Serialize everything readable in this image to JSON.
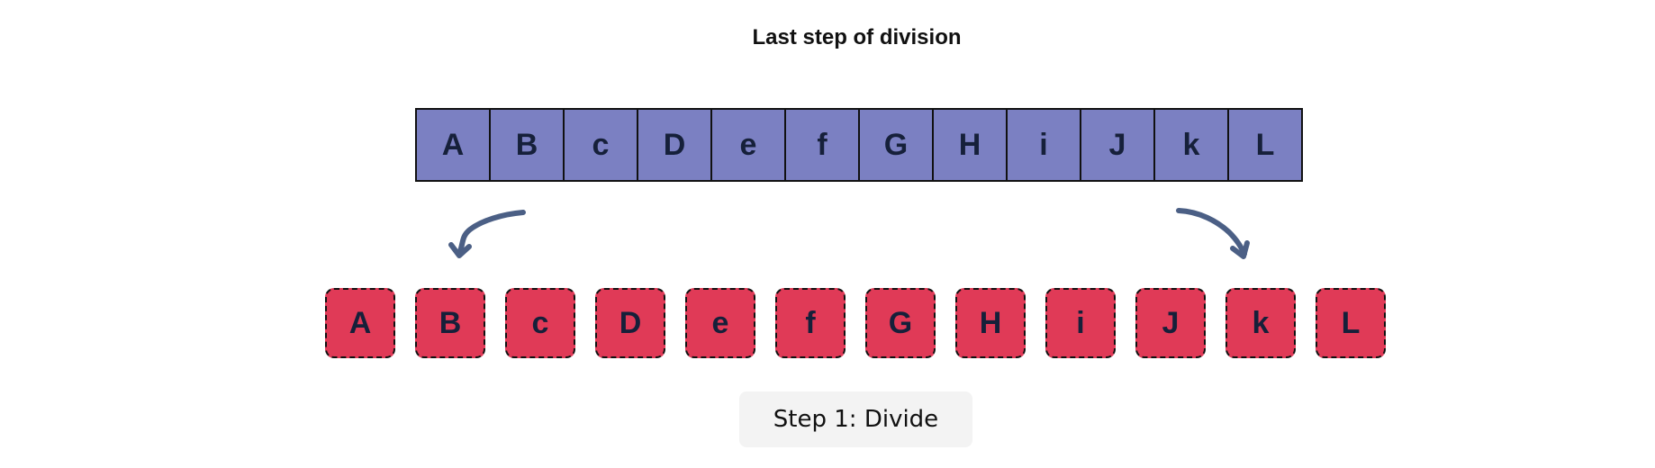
{
  "title": "Last step of division",
  "array_cells": [
    "A",
    "B",
    "c",
    "D",
    "e",
    "f",
    "G",
    "H",
    "i",
    "J",
    "k",
    "L"
  ],
  "pieces": [
    "A",
    "B",
    "c",
    "D",
    "e",
    "f",
    "G",
    "H",
    "i",
    "J",
    "k",
    "L"
  ],
  "step_label": "Step 1: Divide",
  "colors": {
    "array_fill": "#7b80c2",
    "piece_fill": "#e03a57",
    "arrow": "#4b5f85",
    "letter": "#16203a"
  },
  "icons": {
    "left_arrow": "curved-arrow-down-left-icon",
    "right_arrow": "curved-arrow-down-right-icon"
  }
}
